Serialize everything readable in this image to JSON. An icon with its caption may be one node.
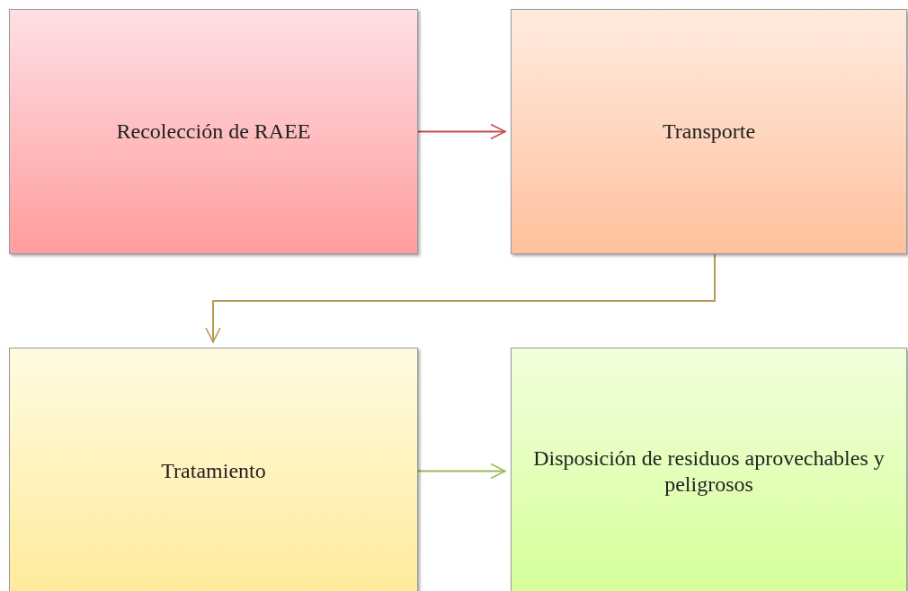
{
  "diagram": {
    "nodes": [
      {
        "text": [
          "Recolección de RAEE"
        ]
      },
      {
        "text": [
          "Transporte"
        ]
      },
      {
        "text": [
          "Tratamiento"
        ]
      },
      {
        "text": [
          "Disposición de residuos aprovechables y peligrosos"
        ]
      }
    ],
    "edges": [
      {
        "from": 0,
        "to": 1,
        "arrow": "to",
        "color": "#c0504d"
      },
      {
        "from": 1,
        "to": 2,
        "arrow": "to",
        "color": "#b59a4f"
      },
      {
        "from": 2,
        "to": 3,
        "arrow": "to",
        "color": "#9bbb59"
      }
    ]
  }
}
